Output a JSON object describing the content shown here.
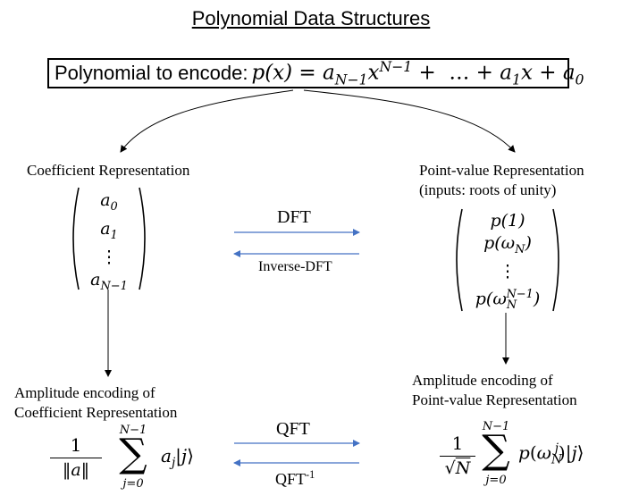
{
  "title": "Polynomial Data Structures",
  "polynomial": {
    "label": "Polynomial to encode:",
    "expression": "p(x) = a_{N−1}x^{N−1} + … + a_1x + a_0"
  },
  "left": {
    "title": "Coefficient Representation",
    "vector": [
      "a_0",
      "a_1",
      "⋮",
      "a_{N−1}"
    ],
    "encoding_title_1": "Amplitude encoding of",
    "encoding_title_2": "Coefficient Representation",
    "encoding_formula": "1/‖a‖ Σ_{j=0}^{N−1} a_j |j⟩"
  },
  "right": {
    "title_1": "Point-value Representation",
    "title_2": "(inputs: roots of unity)",
    "vector": [
      "p(1)",
      "p(ω_N)",
      "⋮",
      "p(ω_N^{N−1})"
    ],
    "encoding_title_1": "Amplitude encoding of",
    "encoding_title_2": "Point-value Representation",
    "encoding_formula": "1/√N Σ_{j=0}^{N−1} p(ω_N^j) |j⟩"
  },
  "transforms": {
    "forward_top": "DFT",
    "backward_top": "Inverse-DFT",
    "forward_bottom": "QFT",
    "backward_bottom": "QFT",
    "backward_bottom_sup": "-1"
  },
  "colors": {
    "arrow_blue": "#4472c4",
    "line_black": "#000000"
  }
}
